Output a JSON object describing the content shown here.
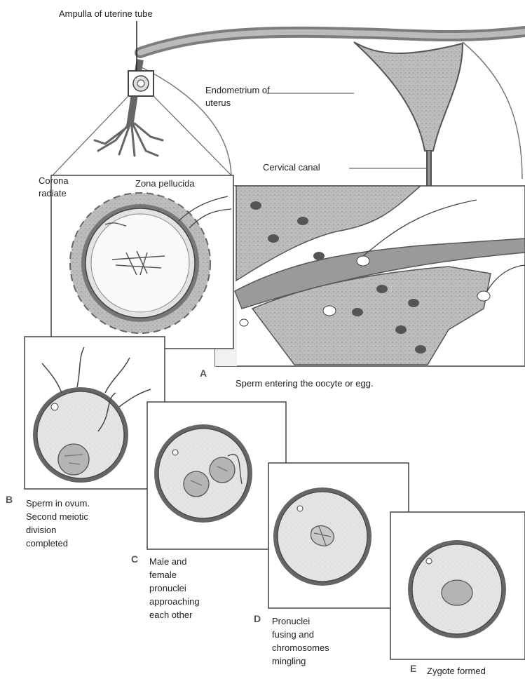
{
  "labels": {
    "ampulla": "Ampulla of uterine tube",
    "endometrium": "Endometrium of\nuterus",
    "cervical": "Cervical canal",
    "corona": "Corona\nradiate",
    "zona": "Zona pellucida"
  },
  "panels": {
    "a": {
      "letter": "A",
      "caption": "Sperm entering the oocyte or egg."
    },
    "b": {
      "letter": "B",
      "caption": "Sperm in ovum.\nSecond meiotic\ndivision\ncompleted"
    },
    "c": {
      "letter": "C",
      "caption": "Male and\nfemale\npronuclei\napproaching\neach other"
    },
    "d": {
      "letter": "D",
      "caption": "Pronuclei\nfusing and\nchromosomes\nmingling"
    },
    "e": {
      "letter": "E",
      "caption": "Zygote formed"
    }
  }
}
